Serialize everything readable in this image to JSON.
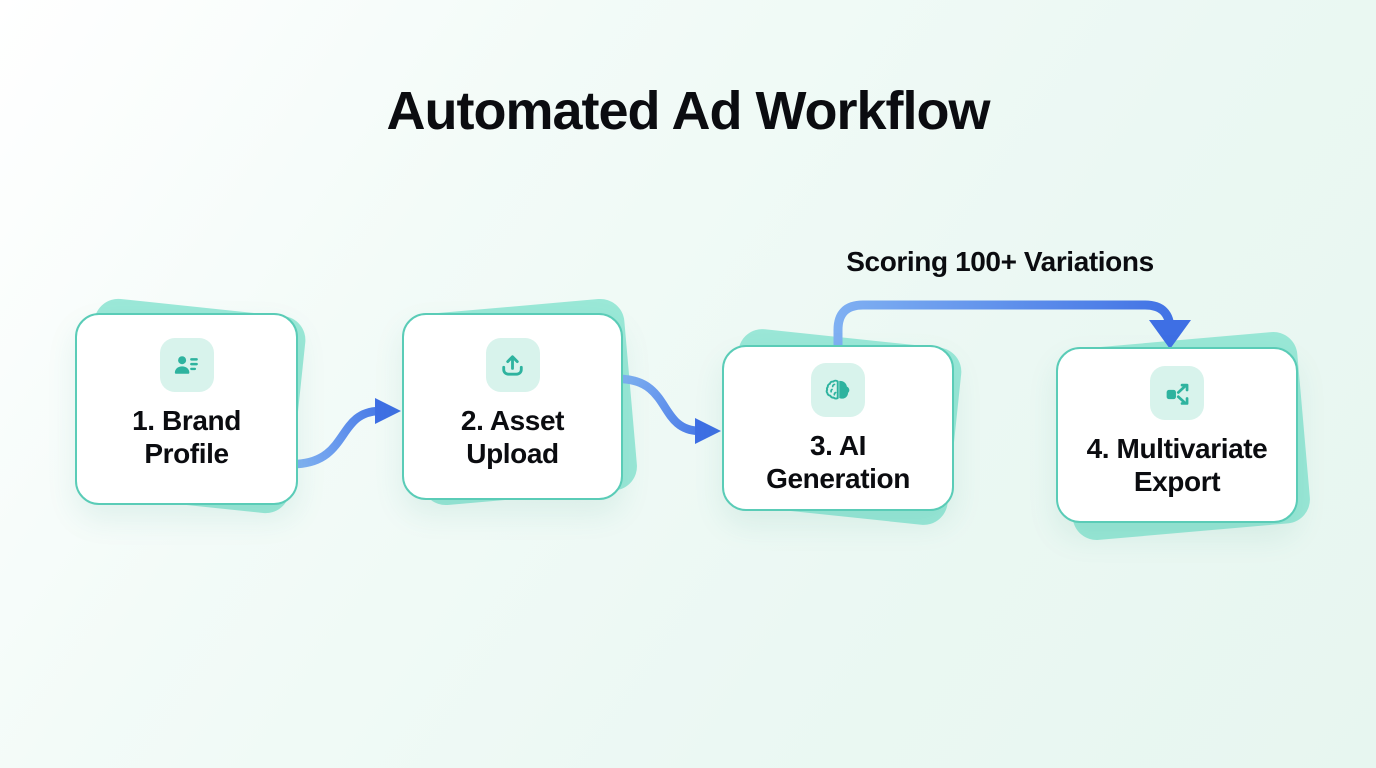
{
  "title": "Automated Ad Workflow",
  "annotation": "Scoring 100+ Variations",
  "steps": [
    {
      "label_line1": "1. Brand",
      "label_line2": "Profile",
      "icon": "contact-card-icon"
    },
    {
      "label_line1": "2. Asset",
      "label_line2": "Upload",
      "icon": "upload-icon"
    },
    {
      "label_line1": "3. AI",
      "label_line2": "Generation",
      "icon": "brain-icon"
    },
    {
      "label_line1": "4. Multivariate",
      "label_line2": "Export",
      "icon": "multivariate-export-icon"
    }
  ],
  "colors": {
    "background_top_left": "#FFFFFF",
    "background_bottom_right": "#E7F6F0",
    "card_border": "#5ACCB7",
    "card_backdrop": "#8BE4D1",
    "icon_tile_bg": "#D8F3EC",
    "icon_glyph": "#2EB39F",
    "arrow_light": "#7FB0F2",
    "arrow_dark": "#3E6FE4",
    "heading_text": "#0B0C10"
  }
}
